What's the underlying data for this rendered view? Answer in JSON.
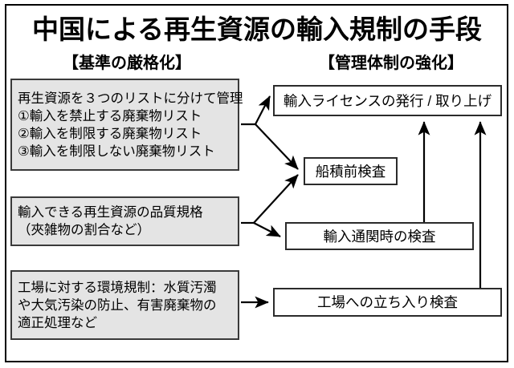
{
  "title": "中国による再生資源の輸入規制の手段",
  "subheadings": {
    "left": "【基準の厳格化】",
    "right": "【管理体制の強化】"
  },
  "left_boxes": [
    {
      "id": "box-lists",
      "lines": [
        "再生資源を３つのリストに分けて管理",
        "①輸入を禁止する廃棄物リスト",
        "②輸入を制限する廃棄物リスト",
        "③輸入を制限しない廃棄物リスト"
      ]
    },
    {
      "id": "box-quality",
      "lines": [
        "輸入できる再生資源の品質規格",
        "（夾雑物の割合など）"
      ]
    },
    {
      "id": "box-factory",
      "lines": [
        "工場に対する環境規制：水質汚濁",
        "や大気汚染の防止、有害廃棄物の",
        "適正処理など"
      ]
    }
  ],
  "right_boxes": [
    {
      "id": "box-license",
      "lines": [
        "輸入ライセンスの発行 / 取り上げ"
      ]
    },
    {
      "id": "box-preship",
      "lines": [
        "船積前検査"
      ]
    },
    {
      "id": "box-customs",
      "lines": [
        "輸入通関時の検査"
      ]
    },
    {
      "id": "box-onsite",
      "lines": [
        "工場への立ち入り検査"
      ]
    }
  ],
  "connectors": [
    {
      "name": "lists-to-license",
      "from": "box-lists",
      "to": "box-license"
    },
    {
      "name": "lists-to-preship",
      "from": "box-lists",
      "to": "box-preship"
    },
    {
      "name": "quality-to-preship",
      "from": "box-quality",
      "to": "box-preship"
    },
    {
      "name": "quality-to-customs",
      "from": "box-quality",
      "to": "box-customs"
    },
    {
      "name": "factory-to-onsite",
      "from": "box-factory",
      "to": "box-onsite"
    },
    {
      "name": "customs-to-license",
      "from": "box-customs",
      "to": "box-license"
    },
    {
      "name": "onsite-to-license",
      "from": "box-onsite",
      "to": "box-license"
    }
  ],
  "colors": {
    "ink": "#000000",
    "box_border": "#2b2b2b",
    "gray_fill": "#e4e4e4",
    "background": "#ffffff"
  }
}
